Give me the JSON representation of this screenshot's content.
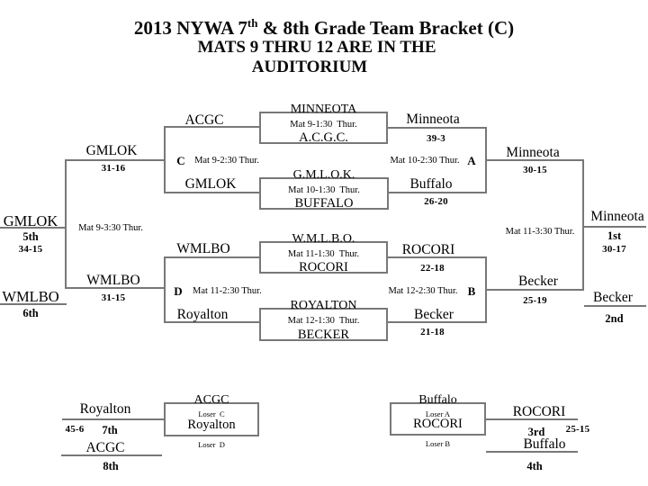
{
  "title": {
    "line1_pre": "2013 NYWA 7",
    "line1_sup": "th",
    "line1_post": " & 8th Grade Team Bracket (C)",
    "line2": "MATS 9 THRU 12 ARE IN THE",
    "line3": "AUDITORIUM"
  },
  "first_round": [
    {
      "top": "MINNEOTA",
      "time": "Mat 9-1:30  Thur.",
      "bottom": "A.C.G.C."
    },
    {
      "top": "G.M.L.O.K.",
      "time": "Mat 10-1:30  Thur.",
      "bottom": "BUFFALO"
    },
    {
      "top": "W.M.L.B.O.",
      "time": "Mat 11-1:30  Thur.",
      "bottom": "ROCORI"
    },
    {
      "top": "ROYALTON",
      "time": "Mat 12-1:30  Thur.",
      "bottom": "BECKER"
    }
  ],
  "championship": {
    "semi_a": {
      "label": "A",
      "time": "Mat 10-2:30 Thur.",
      "top_team": "Minneota",
      "top_score": "39-3",
      "bottom_team": "Buffalo",
      "bottom_score": "26-20",
      "winner": "Minneota",
      "winner_score": "30-15"
    },
    "semi_b": {
      "label": "B",
      "time": "Mat 12-2:30 Thur.",
      "top_team": "ROCORI",
      "top_score": "22-18",
      "bottom_team": "Becker",
      "bottom_score": "21-18",
      "winner": "Becker",
      "winner_score": "25-19"
    },
    "final": {
      "time": "Mat 11-3:30 Thur.",
      "champion": "Minneota",
      "champion_place": "1st",
      "champion_score": "30-17",
      "runner_up": "Becker",
      "runner_up_place": "2nd"
    }
  },
  "consolation": {
    "match_c": {
      "label": "C",
      "time": "Mat 9-2:30 Thur.",
      "top_team": "ACGC",
      "bottom_team": "GMLOK",
      "winner": "GMLOK",
      "winner_score": "31-16"
    },
    "match_d": {
      "label": "D",
      "time": "Mat 11-2:30 Thur.",
      "top_team": "WMLBO",
      "bottom_team": "Royalton",
      "winner": "WMLBO",
      "winner_score": "31-15"
    },
    "fifth_sixth": {
      "time": "Mat 9-3:30 Thur.",
      "winner": "GMLOK",
      "winner_place": "5th",
      "winner_score": "34-15",
      "loser": "WMLBO",
      "loser_place": "6th"
    }
  },
  "placement_boxes": {
    "seventh_eighth": {
      "top_team": "ACGC",
      "top_label": "Loser  C",
      "bottom_team": "Royalton",
      "bottom_label": "Loser  D"
    },
    "third_fourth": {
      "top_team": "Buffalo",
      "top_label": "Loser A",
      "bottom_team": "ROCORI",
      "bottom_label": "Loser B"
    }
  },
  "placements": {
    "seventh": {
      "winner": "Royalton",
      "score": "45-6",
      "place": "7th",
      "loser": "ACGC",
      "loser_place": "8th"
    },
    "third": {
      "winner": "ROCORI",
      "score": "25-15",
      "place": "3rd",
      "loser": "Buffalo",
      "loser_place": "4th"
    }
  },
  "colors": {
    "line": "#787878",
    "text": "#000000",
    "background": "#ffffff"
  }
}
